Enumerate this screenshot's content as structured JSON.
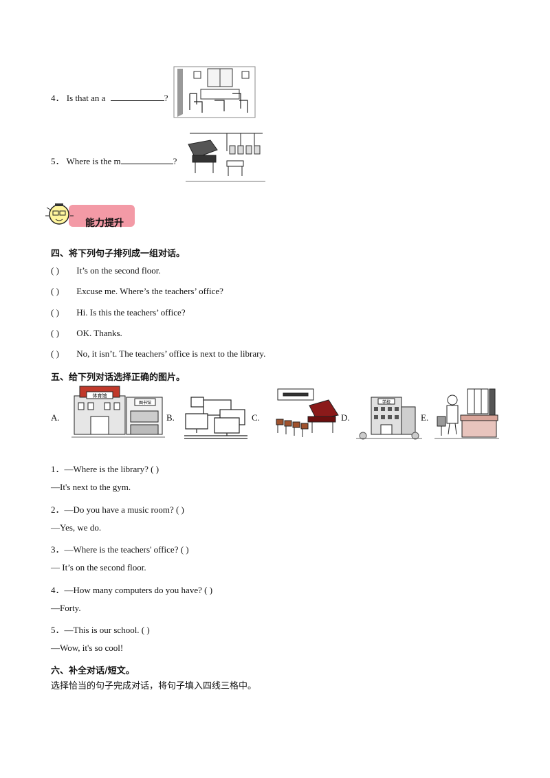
{
  "section3_items": [
    {
      "num": "4．",
      "text": "Is that an a",
      "tail": "?"
    },
    {
      "num": "5．",
      "text": "Where is the m",
      "tail": "?"
    }
  ],
  "banner": {
    "label": "能力提升"
  },
  "section4": {
    "title": "四、将下列句子排列成一组对话。",
    "items": [
      {
        "paren": "(      )",
        "text": "It’s on the second floor."
      },
      {
        "paren": "(      )",
        "text": "Excuse me. Where’s the teachers’ office?"
      },
      {
        "paren": "(      )",
        "text": "Hi. Is this the teachers’ office?"
      },
      {
        "paren": "(      )",
        "text": "OK. Thanks."
      },
      {
        "paren": "(      )",
        "text": "No, it isn’t. The teachers’ office is next to the library."
      }
    ]
  },
  "section5": {
    "title": "五、给下列对话选择正确的图片。",
    "options": [
      "A.",
      "B.",
      "C.",
      "D.",
      "E."
    ],
    "image_signs": {
      "a_sign": "体育馆",
      "b_sign": "图书馆",
      "d_sign": "学校"
    },
    "dialogs": [
      {
        "q": "1．—Where is the library? (          )",
        "a": "—It's next to the gym."
      },
      {
        "q": "2．—Do you have a music room? (          )",
        "a": "—Yes, we do."
      },
      {
        "q": "3．—Where is the teachers' office? (          )",
        "a": "— It’s on the second floor."
      },
      {
        "q": "4．—How many computers do you have? (          )",
        "a": "—Forty."
      },
      {
        "q": "5．—This is our school. (          )",
        "a": "—Wow, it's so cool!"
      }
    ]
  },
  "section6": {
    "title": "六、补全对话/短文。",
    "instruction": "选择恰当的句子完成对话，将句子填入四线三格中。"
  }
}
